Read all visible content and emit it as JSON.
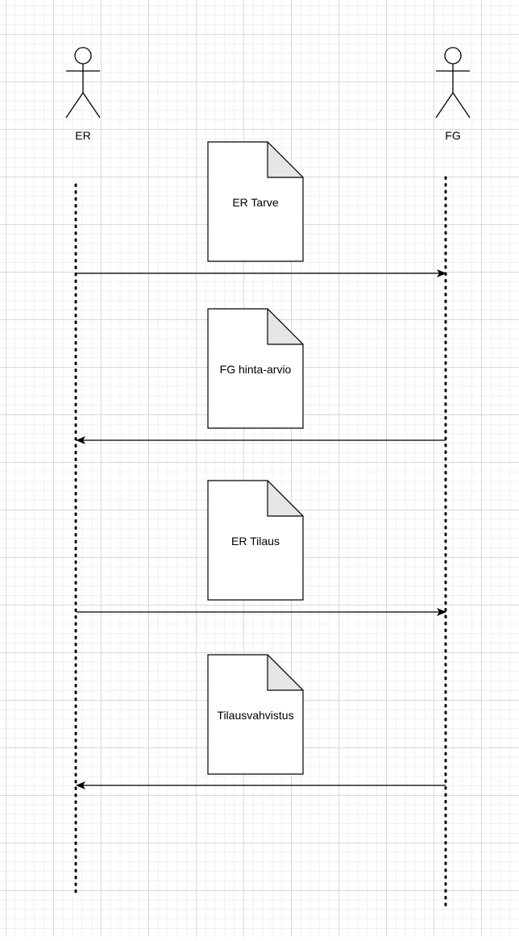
{
  "actors": [
    {
      "id": "er",
      "label": "ER"
    },
    {
      "id": "fg",
      "label": "FG"
    }
  ],
  "messages": [
    {
      "label": "ER Tarve",
      "from": "ER",
      "to": "FG"
    },
    {
      "label": "FG hinta-arvio",
      "from": "FG",
      "to": "ER"
    },
    {
      "label": "ER Tilaus",
      "from": "ER",
      "to": "FG"
    },
    {
      "label": "Tilausvahvistus",
      "from": "FG",
      "to": "ER"
    }
  ],
  "colors": {
    "stroke": "#000000",
    "document_fill": "#ffffff",
    "document_fold": "#e6e6e6",
    "grid_major": "#d9d9d9",
    "grid_minor": "#f0f0f0"
  }
}
